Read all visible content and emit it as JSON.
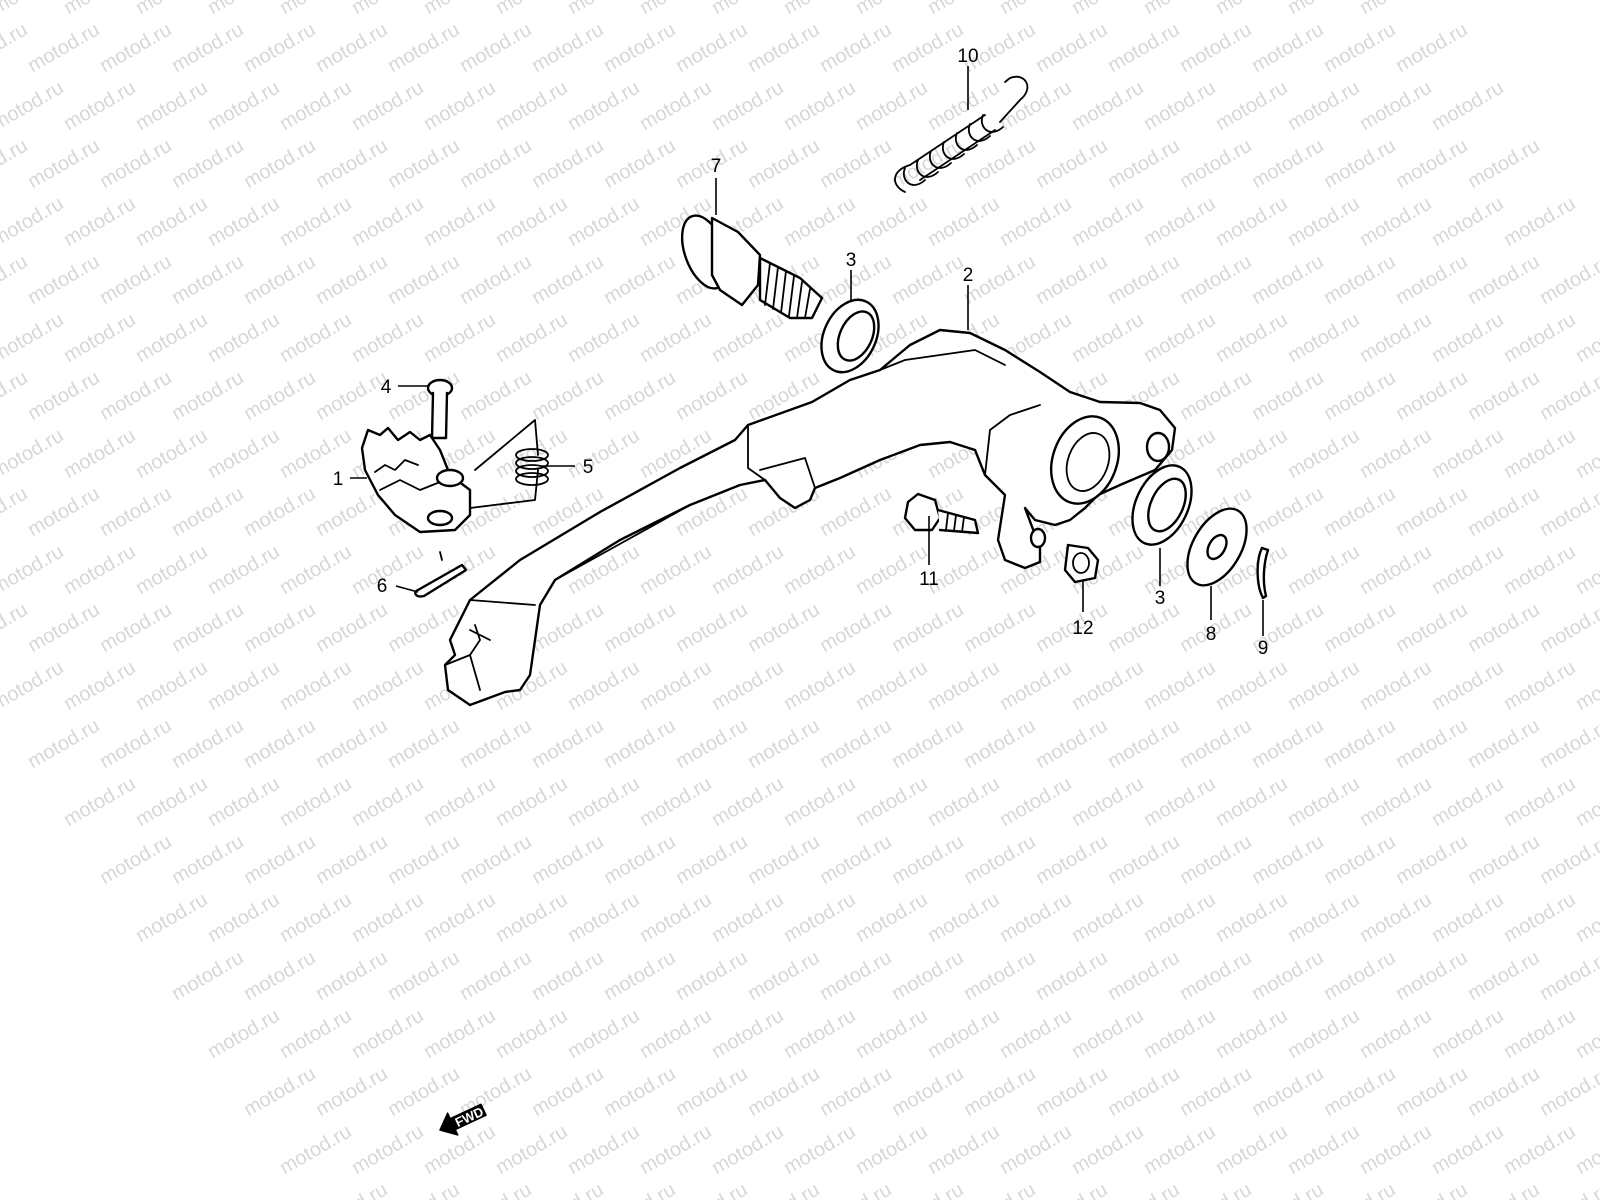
{
  "watermark": {
    "text": "motod.ru",
    "color": "#d7d7d7"
  },
  "callouts": [
    {
      "id": "1",
      "label": "1",
      "part": "footrest-peg"
    },
    {
      "id": "2",
      "label": "2",
      "part": "rear-brake-pedal"
    },
    {
      "id": "3a",
      "label": "3",
      "part": "oil-seal-upper"
    },
    {
      "id": "3b",
      "label": "3",
      "part": "oil-seal-lower"
    },
    {
      "id": "4",
      "label": "4",
      "part": "clevis-pin"
    },
    {
      "id": "5",
      "label": "5",
      "part": "torsion-spring"
    },
    {
      "id": "6",
      "label": "6",
      "part": "cotter-pin"
    },
    {
      "id": "7",
      "label": "7",
      "part": "pivot-bolt"
    },
    {
      "id": "8",
      "label": "8",
      "part": "washer"
    },
    {
      "id": "9",
      "label": "9",
      "part": "cotter-pin-small"
    },
    {
      "id": "10",
      "label": "10",
      "part": "return-spring"
    },
    {
      "id": "11",
      "label": "11",
      "part": "adjust-bolt"
    },
    {
      "id": "12",
      "label": "12",
      "part": "lock-nut"
    }
  ],
  "direction_indicator": {
    "label": "FWD",
    "icon": "arrow-left-icon"
  }
}
